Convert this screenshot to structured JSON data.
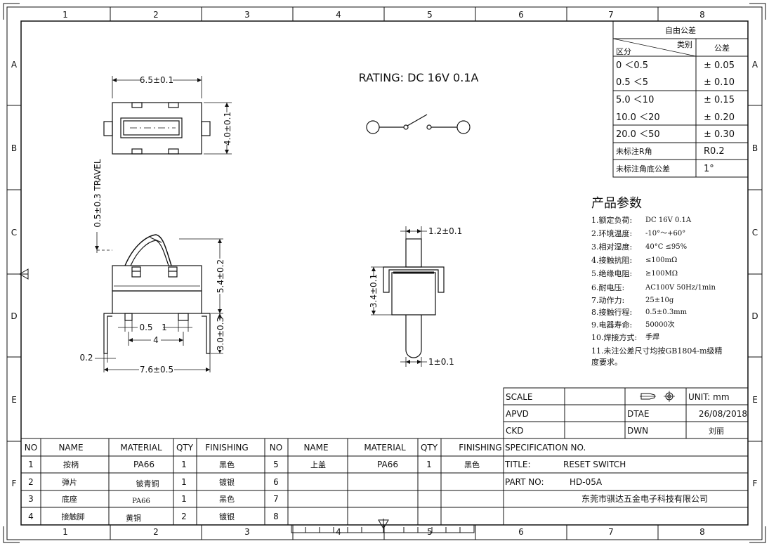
{
  "zone_cols": [
    "1",
    "2",
    "3",
    "4",
    "5",
    "6",
    "7",
    "8"
  ],
  "zone_rows": [
    "A",
    "B",
    "C",
    "D",
    "E",
    "F"
  ],
  "rating": "RATING: DC 16V 0.1A",
  "top_view": {
    "width": "6.5±0.1",
    "height": "4.0±0.1"
  },
  "side_view": {
    "travel": "0.5±0.3 TRAVEL",
    "height": "5.4±0.2",
    "pin_len": "3.0±0.3",
    "dim_05": "0.5",
    "dim_1": "1",
    "dim_4": "4",
    "dim_02": "0.2",
    "width": "7.6±0.5"
  },
  "end_view": {
    "top": "1.2±0.1",
    "height": "3.4±0.1",
    "bottom": "1±0.1"
  },
  "tolerance": {
    "title": "自由公差",
    "col_category": "类别",
    "col_section": "区分",
    "col_tolerance": "公差",
    "rows": [
      {
        "range": "0    ＜0.5",
        "tol": "± 0.05"
      },
      {
        "range": "0.5    ＜5",
        "tol": "± 0.10"
      },
      {
        "range": "5.0    ＜10",
        "tol": "± 0.15"
      },
      {
        "range": "10.0   ＜20",
        "tol": "± 0.20"
      },
      {
        "range": "20.0   ＜50",
        "tol": "± 0.30"
      },
      {
        "range": "未标注R角",
        "tol": "R0.2"
      },
      {
        "range": "未标注角底公差",
        "tol": "1°"
      }
    ]
  },
  "params": {
    "title": "产品参数",
    "items": [
      {
        "label": "1.额定负荷:",
        "value": "DC 16V 0.1A"
      },
      {
        "label": "2.环境温度:",
        "value": "-10°～+60°"
      },
      {
        "label": "3.相对湿度:",
        "value": "40°C  ≤95%"
      },
      {
        "label": "4.接触抗阻:",
        "value": "≤100mΩ"
      },
      {
        "label": "5.绝缘电阻:",
        "value": "≥100MΩ"
      },
      {
        "label": "6.耐电压:",
        "value": "AC100V 50Hz/1min"
      },
      {
        "label": "7.动作力:",
        "value": "25±10g"
      },
      {
        "label": "8.接触行程:",
        "value": "0.5±0.3mm"
      },
      {
        "label": "9.电器寿命:",
        "value": "50000次"
      },
      {
        "label": "10.焊接方式:",
        "value": "手焊"
      }
    ],
    "note_line1": "11.未注公差尺寸均按GB1804-m级精",
    "note_line2": "度要求。"
  },
  "title_block": {
    "scale": "SCALE",
    "unit": "UNIT: mm",
    "apvd": "APVD",
    "dtae": "DTAE",
    "date": "26/08/2018",
    "ckd": "CKD",
    "dwn": "DWN",
    "drawer": "刘丽",
    "spec": "SPECIFICATION NO.",
    "title_label": "TITLE:",
    "title_value": "RESET SWITCH",
    "part_label": "PART NO:",
    "part_value": "HD-05A",
    "company": "东莞市骐达五金电子科技有限公司"
  },
  "bom": {
    "headers": [
      "NO",
      "NAME",
      "MATERIAL",
      "QTY",
      "FINISHING",
      "NO",
      "NAME",
      "MATERIAL",
      "QTY",
      "FINISHING"
    ],
    "rows": [
      [
        "1",
        "按柄",
        "PA66",
        "1",
        "黑色",
        "5",
        "上盖",
        "PA66",
        "1",
        "黑色"
      ],
      [
        "2",
        "弹片",
        "铍青铜",
        "1",
        "镀银",
        "6",
        "",
        "",
        "",
        ""
      ],
      [
        "3",
        "底座",
        "PA66",
        "1",
        "黑色",
        "7",
        "",
        "",
        "",
        ""
      ],
      [
        "4",
        "接触脚",
        "黄铜",
        "2",
        "镀银",
        "8",
        "",
        "",
        "",
        ""
      ]
    ]
  }
}
